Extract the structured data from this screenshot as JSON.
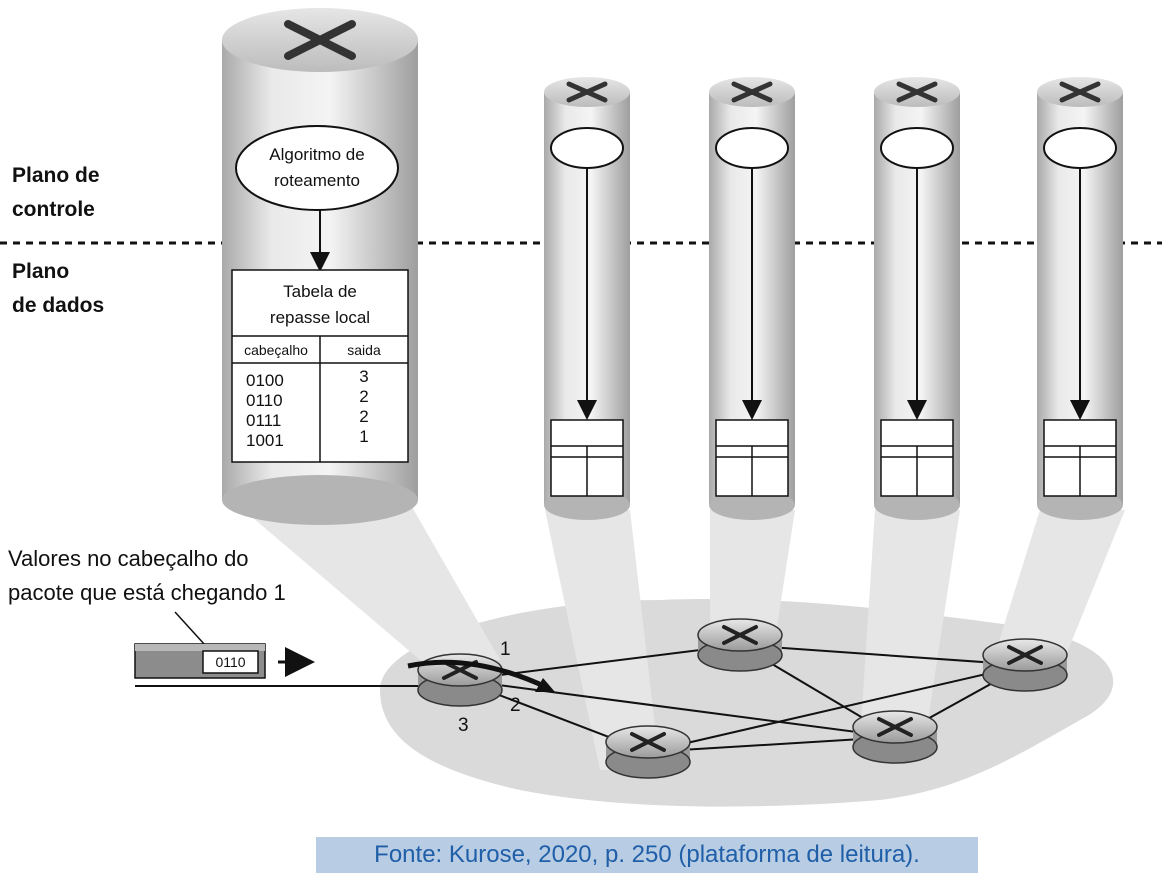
{
  "plane_labels": {
    "control_line1": "Plano de",
    "control_line2": "controle",
    "data_line1": "Plano",
    "data_line2": "de dados"
  },
  "algorithm": {
    "line1": "Algoritmo de",
    "line2": "roteamento"
  },
  "forwarding_table": {
    "title_line1": "Tabela de",
    "title_line2": "repasse local",
    "col_header": "cabeçalho",
    "col_output": "saida",
    "rows": [
      {
        "header": "0100",
        "output": "3"
      },
      {
        "header": "0110",
        "output": "2"
      },
      {
        "header": "0111",
        "output": "2"
      },
      {
        "header": "1001",
        "output": "1"
      }
    ]
  },
  "packet": {
    "note_line1": "Valores no cabeçalho do",
    "note_line2": "pacote que está chegando 1",
    "header_value": "0110"
  },
  "ports": {
    "port1": "1",
    "port2": "2",
    "port3": "3"
  },
  "caption": "Fonte: Kurose, 2020, p. 250 (plataforma de leitura).",
  "colors": {
    "caption_bg": "#b8cce4",
    "caption_text": "#1f5fa8",
    "router_gray": "#bdbdbd",
    "shadow_gray": "#dcdcdc"
  }
}
